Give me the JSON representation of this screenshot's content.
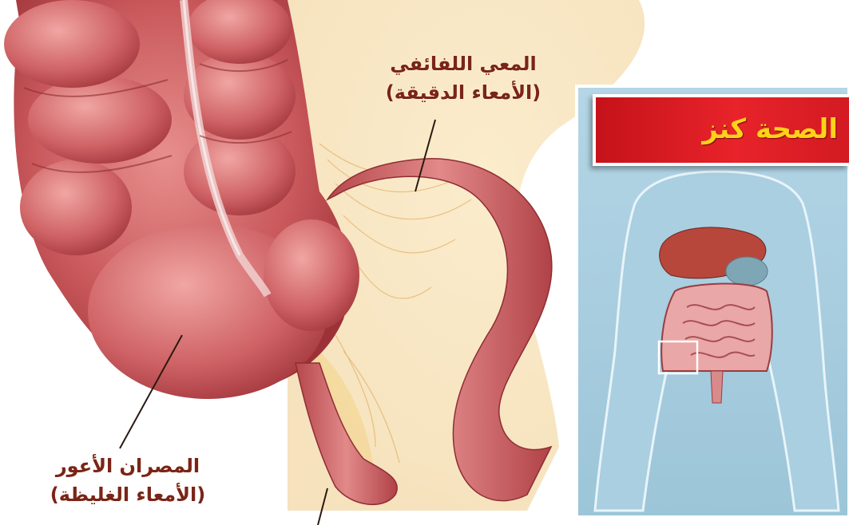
{
  "illustration": {
    "labels": {
      "small_intestine_line1": "المعي اللفائفي",
      "small_intestine_line2": "(الأمعاء الدقيقة)",
      "cecum_line1": "المصران الأعور",
      "cecum_line2": "(الأمعاء الغليظة)"
    }
  },
  "inset": {
    "brand": "الصحة كنز",
    "brand_color": "#ffd21a",
    "banner_color": "#e8232a"
  }
}
